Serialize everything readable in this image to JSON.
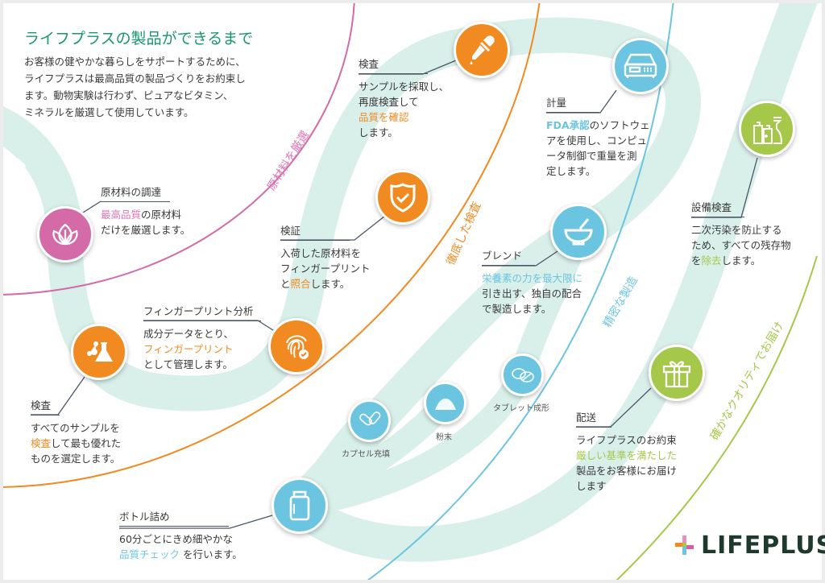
{
  "header": {
    "title": "ライフプラスの製品ができるまで",
    "intro": "お客様の健やかな暮らしをサポートするために、\nライフプラスは最高品質の製品づくりをお約束し\nます。動物実験は行わず、ピュアなビタミン、\nミネラルを厳選して使用しています。"
  },
  "arcs": {
    "raw": "原材料を厳選",
    "inspect": "徹底した検査",
    "manufacture": "精密な製造",
    "deliver": "確かなクオリティでお届け"
  },
  "colors": {
    "pink": "#d46aa8",
    "orange": "#f28a22",
    "blue": "#6cc5e0",
    "green": "#a5c84a",
    "ribbon": "#d9efea",
    "title": "#17976c"
  },
  "steps": {
    "raw": {
      "title": "原材料の調達",
      "pre": "",
      "hl": "最高品質",
      "post": "の原材料\nだけを厳選します。",
      "icon": "leaf-icon"
    },
    "verify": {
      "title": "検証",
      "pre": "入荷した原材料を\nフィンガープリント\nと",
      "hl": "照合",
      "post": "します。",
      "icon": "shield-check-icon"
    },
    "sample": {
      "title": "検査",
      "pre": "サンプルを採取し、\n再度検査して\n",
      "hl": "品質を確認",
      "post": "\nします。",
      "icon": "dropper-icon"
    },
    "fingerprint": {
      "title": "フィンガープリント分析",
      "pre": "成分データをとり、\n",
      "hl": "フィンガープリント",
      "post": "\nとして管理します。",
      "icon": "fingerprint-icon"
    },
    "inspect": {
      "title": "検査",
      "pre": "すべてのサンプルを\n",
      "hl": "検査",
      "post": "して最も優れた\nものを選定します。",
      "icon": "lab-flask-icon"
    },
    "measure": {
      "title": "計量",
      "pre": "",
      "hl": "FDA承認",
      "post": "のソフトウェ\nアを使用し、コンピュ\nータ制御で重量を測\n定します。",
      "icon": "scale-icon"
    },
    "blend": {
      "title": "ブレンド",
      "pre": "",
      "hl": "栄養素の力を最大限に",
      "post": "\n引き出す、独自の配合\nで製造します。",
      "icon": "mortar-icon"
    },
    "bottle": {
      "title": "ボトル詰め",
      "pre": "60分ごとにきめ細やかな\n",
      "hl": "品質チェック",
      "post": " を行います。",
      "icon": "bottle-icon"
    },
    "delivery": {
      "title": "配送",
      "pre": "ライフプラスのお約束\n",
      "hl": "厳しい基準を満たした",
      "post": "\n製品をお客様にお届け\nします",
      "icon": "gift-icon"
    },
    "cleaning": {
      "title": "設備検査",
      "pre": "二次汚染を防止する\nため、すべての残存物\nを",
      "hl": "除去",
      "post": "します。",
      "icon": "cleaning-bottles-icon"
    }
  },
  "forms": {
    "capsule": "カプセル充填",
    "powder": "粉末",
    "tablet": "タブレット成形"
  },
  "logo": {
    "text": "LIFEPLUS"
  }
}
